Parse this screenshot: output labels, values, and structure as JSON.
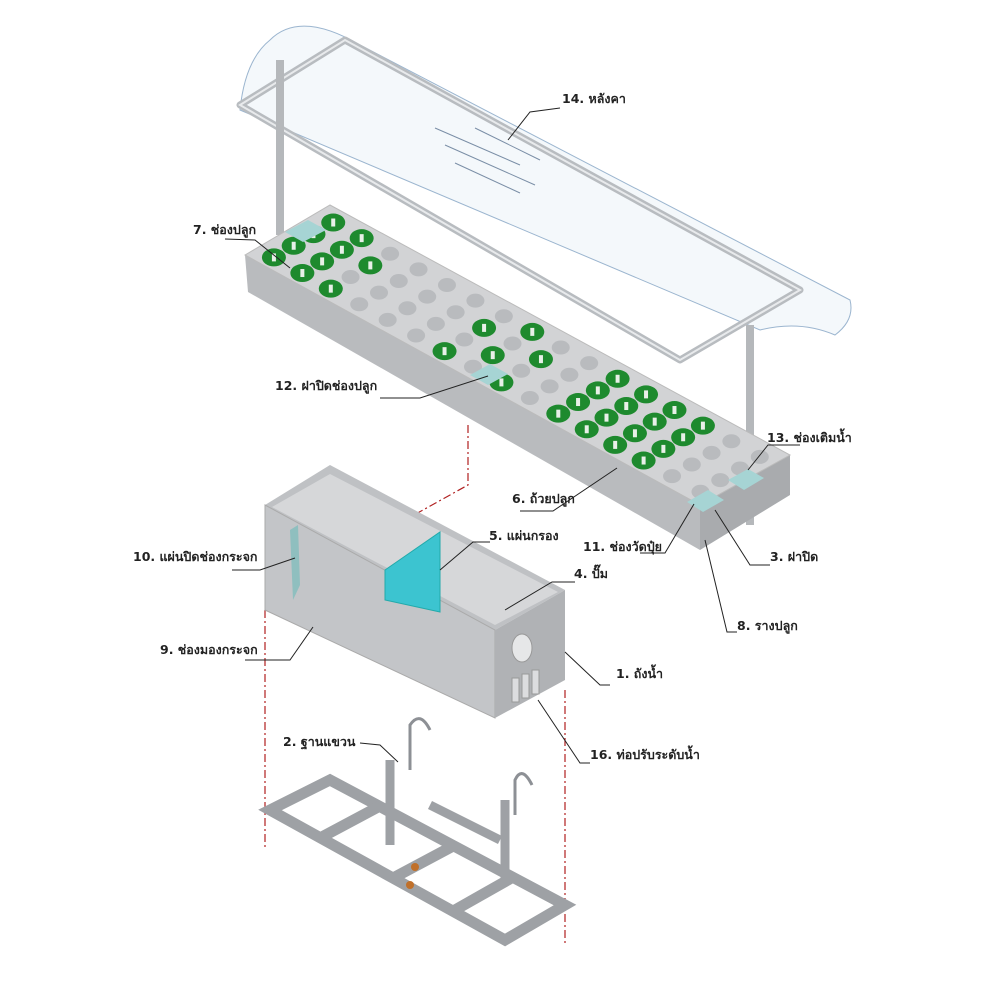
{
  "labels": {
    "roof": "14. หลังคา",
    "planting_hole": "7. ช่องปลูก",
    "hole_cover": "12. ฝาปิดช่องปลูก",
    "water_fill_port": "13. ช่องเติมน้ำ",
    "planting_cup": "6. ถ้วยปลูก",
    "filter_sheet": "5. แผ่นกรอง",
    "glass_window_cover": "10. แผ่นปิดช่องกระจก",
    "pump": "4. ปั๊ม",
    "fertilizer_port": "11. ช่องวัดปุ๋ย",
    "lid": "3. ฝาปิด",
    "planting_trough": "8. รางปลูก",
    "glass_window": "9. ช่องมองกระจก",
    "water_tank": "1. ถังน้ำ",
    "hanging_base": "2. ฐานแขวน",
    "level_pipe": "16. ท่อปรับระดับน้ำ"
  },
  "colors": {
    "body": "#c9cacc",
    "body_dark": "#aeb0b3",
    "cup": "#1e8a2e",
    "cover": "#a6d4d4",
    "filter": "#3cc4d0",
    "guide": "#b02020"
  }
}
